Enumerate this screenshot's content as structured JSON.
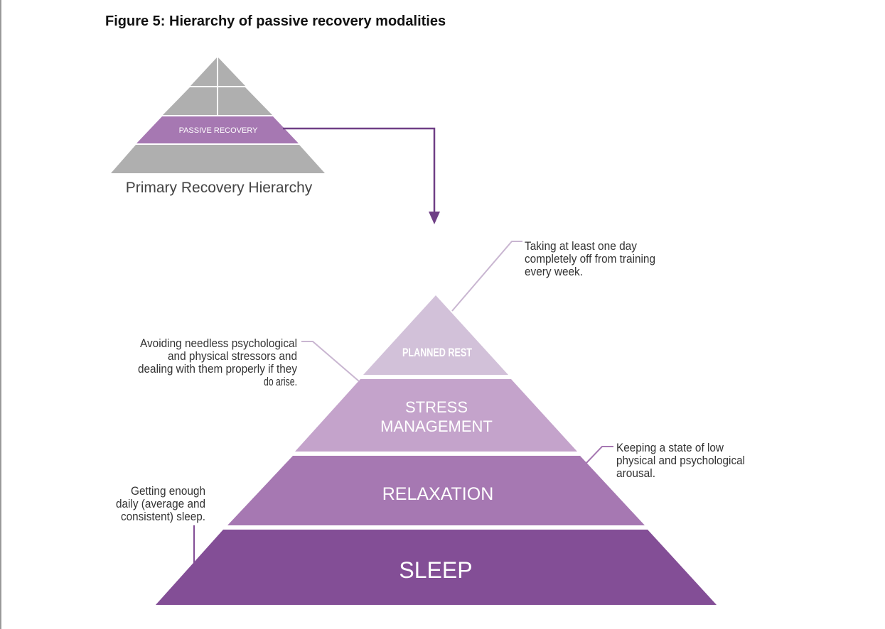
{
  "figure_title": "Figure 5: Hierarchy of passive recovery modalities",
  "small_pyramid": {
    "highlight_label": "PASSIVE RECOVERY",
    "caption": "Primary Recovery Hierarchy"
  },
  "pyramid": {
    "tiers": [
      {
        "label_lines": [
          "PLANNED REST"
        ],
        "color": "#d2c1d9"
      },
      {
        "label_lines": [
          "STRESS",
          "MANAGEMENT"
        ],
        "color": "#c4a3cb"
      },
      {
        "label_lines": [
          "RELAXATION"
        ],
        "color": "#a678b2"
      },
      {
        "label_lines": [
          "SLEEP"
        ],
        "color": "#834e96"
      }
    ]
  },
  "annotations": {
    "planned_rest": [
      "Taking at least one day",
      "completely off from training",
      "every week."
    ],
    "stress_management": [
      "Avoiding needless psychological",
      "and physical stressors and",
      "dealing with them properly if they",
      "do arise."
    ],
    "relaxation": [
      "Keeping a state of low",
      "physical and psychological",
      "arousal."
    ],
    "sleep": [
      "Getting enough",
      "daily (average and",
      "consistent) sleep."
    ]
  },
  "colors": {
    "gray_tier": "#afafaf",
    "arrow": "#6f3f86",
    "leader_light": "#c9b6d1",
    "leader_dark": "#834e96",
    "text_dark": "#333333"
  }
}
